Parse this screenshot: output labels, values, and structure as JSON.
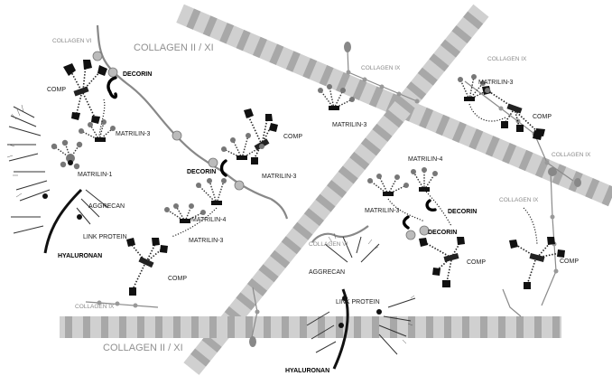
{
  "diagram": {
    "labels": {
      "collagen_ii_xi_top": "COLLAGEN II / XI",
      "collagen_ii_xi_bottom": "COLLAGEN II / XI",
      "collagen_vi_top": "COLLAGEN VI",
      "collagen_vi_mid": "COLLAGEN VI",
      "collagen_ix_1": "COLLAGEN IX",
      "collagen_ix_2": "COLLAGEN IX",
      "collagen_ix_3": "COLLAGEN IX",
      "collagen_ix_4": "COLLAGEN IX",
      "collagen_ix_5": "COLLAGEN IX",
      "comp_1": "COMP",
      "comp_2": "COMP",
      "comp_3": "COMP",
      "comp_4": "COMP",
      "comp_5": "COMP",
      "comp_6": "COMP",
      "decorin_1": "DECORIN",
      "decorin_2": "DECORIN",
      "decorin_3": "DECORIN",
      "decorin_4": "DECORIN",
      "matrilin3_1": "MATRILIN-3",
      "matrilin3_2": "MATRILIN-3",
      "matrilin3_3": "MATRILIN-3",
      "matrilin3_4": "MATRILIN-3",
      "matrilin3_5": "MATRILIN-3",
      "matrilin3_6": "MATRILIN-3",
      "matrilin4_1": "MATRILIN-4",
      "matrilin4_2": "MATRILIN-4",
      "matrilin1": "MATRILIN-1",
      "aggrecan_1": "AGGRECAN",
      "aggrecan_2": "AGGRECAN",
      "link_protein_1": "LINK PROTEIN",
      "link_protein_2": "LINK PROTEIN",
      "hyaluronan_1": "HYALURONAN",
      "hyaluronan_2": "HYALURONAN"
    },
    "colors": {
      "fibril": "#cfcfcf",
      "fibril_band": "#b4b4b4",
      "chain": "#888888",
      "dark": "#1a1a1a"
    }
  }
}
